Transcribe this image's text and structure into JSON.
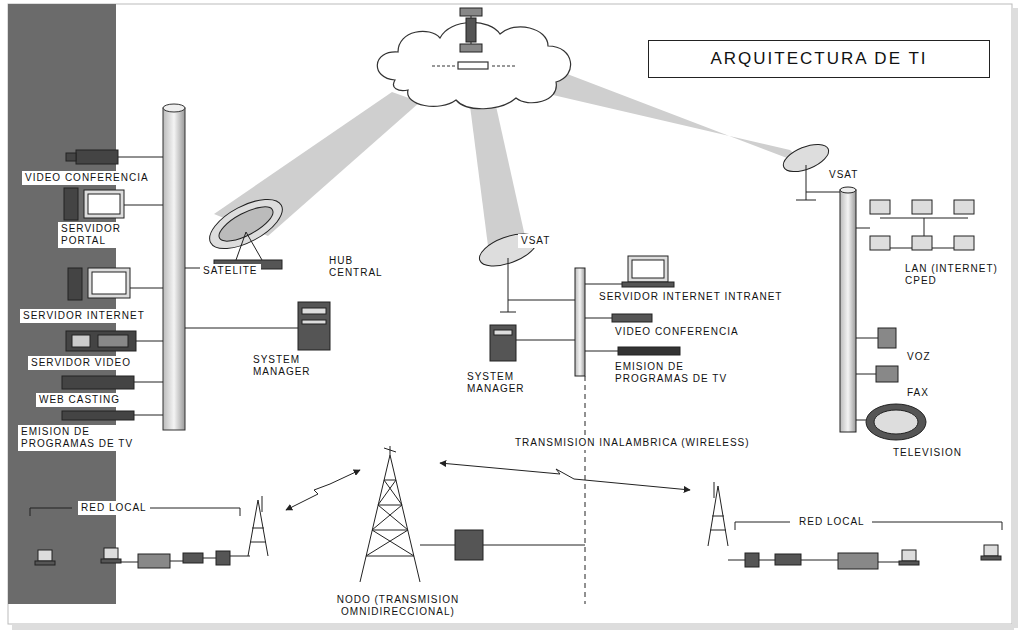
{
  "diagram": {
    "title": "ARQUITECTURA DE TI",
    "labels": [
      "VIDEO CONFERENCIA",
      "SERVIDOR PORTAL",
      "SATELITE",
      "HUB CENTRAL",
      "SERVIDOR INTERNET",
      "SYSTEM MANAGER",
      "SERVIDOR VIDEO",
      "WEB CASTING",
      "EMISION DE PROGRAMAS DE TV",
      "VSAT",
      "SERVIDOR INTERNET INTRANET",
      "VIDEO CONFERENCIA",
      "SYSTEM MANAGER",
      "EMISION DE PROGRAMAS DE TV",
      "VSAT",
      "LAN (INTERNET) CPED",
      "VOZ",
      "FAX",
      "TELEVISION",
      "TRANSMISION INALAMBRICA (WIRELESS)",
      "RED LOCAL",
      "RED LOCAL",
      "NODO (TRANSMISION OMNIDIRECCIONAL)"
    ]
  }
}
